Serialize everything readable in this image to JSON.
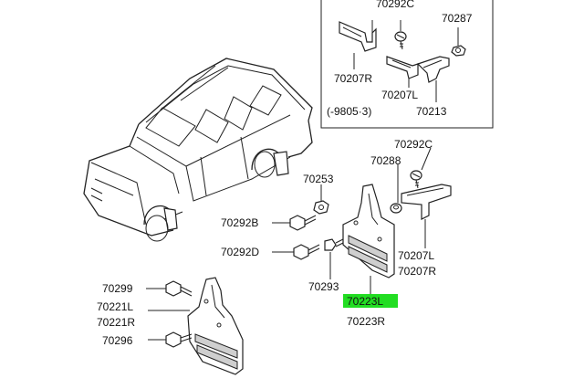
{
  "labels": {
    "p70292c_top": "70292C",
    "p70287": "70287",
    "p70207r_top": "70207R",
    "p70207l_top": "70207L",
    "p70213": "70213",
    "date_range": "(-9805·3)",
    "p70292c": "70292C",
    "p70288": "70288",
    "p70253": "70253",
    "p70292b": "70292B",
    "p70292d": "70292D",
    "p70207l": "70207L",
    "p70207r": "70207R",
    "p70293": "70293",
    "p70223l": "70223L",
    "p70223r": "70223R",
    "p70299": "70299",
    "p70221l": "70221L",
    "p70221r": "70221R",
    "p70296": "70296"
  },
  "colors": {
    "highlight": "#22dd22",
    "line": "#222222"
  }
}
